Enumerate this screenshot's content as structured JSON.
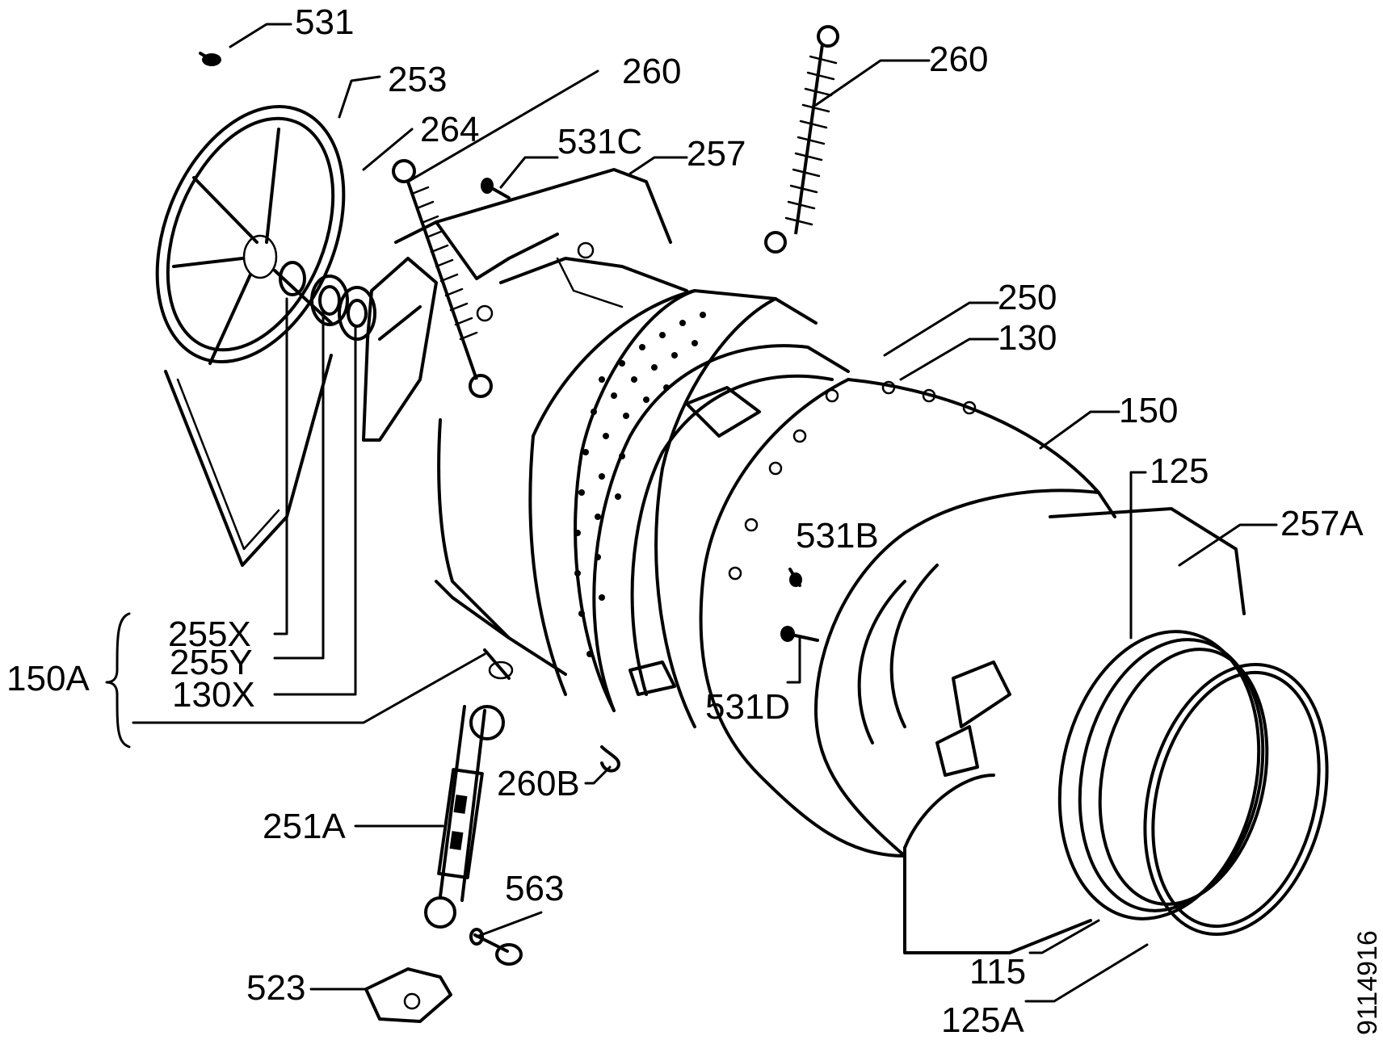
{
  "labels": {
    "p531": "531",
    "p253": "253",
    "p260a": "260",
    "p264": "264",
    "p531c": "531C",
    "p257": "257",
    "p260b": "260",
    "p250": "250",
    "p130": "130",
    "p150": "150",
    "p125": "125",
    "p531b": "531B",
    "p257a": "257A",
    "p255x": "255X",
    "p255y": "255Y",
    "p130x": "130X",
    "p150a": "150A",
    "p531d": "531D",
    "p260bb": "260B",
    "p251a": "251A",
    "p563": "563",
    "p523": "523",
    "p115": "115",
    "p125a": "125A"
  },
  "drawing_code": "9114916"
}
